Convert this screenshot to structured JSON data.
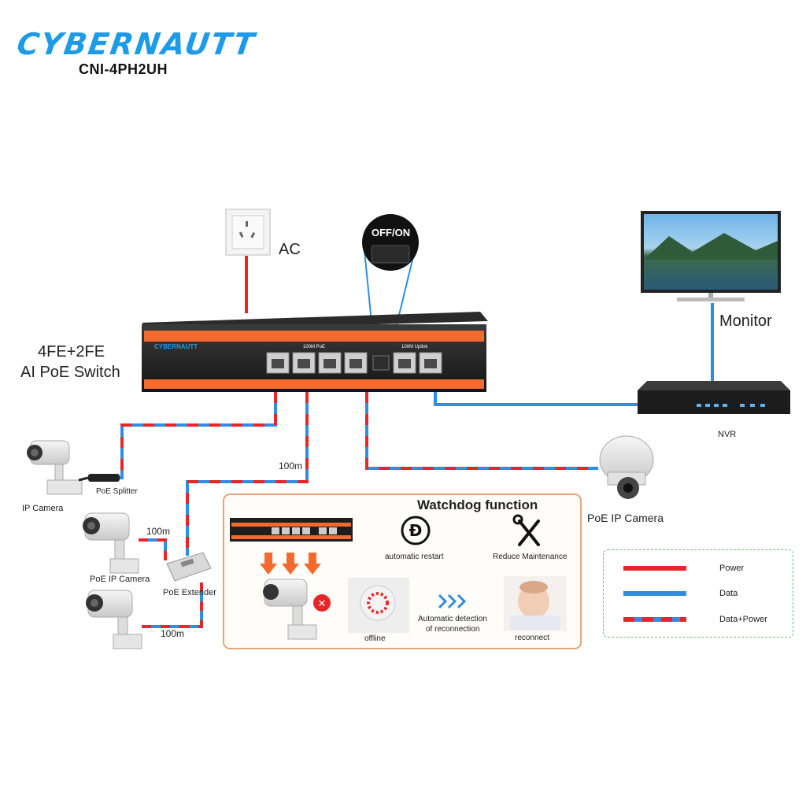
{
  "header": {
    "brand": "CYBERNAUTT",
    "model": "CNI-4PH2UH"
  },
  "switch": {
    "title_line1": "4FE+2FE",
    "title_line2": "AI PoE Switch",
    "brand_on_device": "CYBERNAUTT",
    "poe_group_label": "100M PoE",
    "uplink_group_label": "100M Uplink"
  },
  "power": {
    "ac_label": "AC",
    "off_on_label": "OFF/ON"
  },
  "monitor": {
    "label": "Monitor"
  },
  "nvr": {
    "label": "NVR"
  },
  "cameras": {
    "ip_camera": "IP Camera",
    "poe_splitter": "PoE Splitter",
    "poe_ip_camera_left": "PoE IP Camera",
    "poe_extender": "PoE Extender",
    "poe_ip_camera_right": "PoE IP Camera",
    "distance_top": "100m",
    "distance_mid": "100m",
    "distance_bottom": "100m"
  },
  "watchdog": {
    "title": "Watchdog function",
    "auto_restart": "automatic restart",
    "reduce_maintenance": "Reduce Maintenance",
    "auto_detect_line1": "Automatic detection",
    "auto_detect_line2": "of reconnection",
    "offline": "offline",
    "reconnect": "reconnect"
  },
  "legend": {
    "items": [
      {
        "label": "Power",
        "style": "power"
      },
      {
        "label": "Data",
        "style": "data"
      },
      {
        "label": "Data+Power",
        "style": "data-power"
      }
    ]
  },
  "colors": {
    "power": "#e8262a",
    "data": "#2f8ee0",
    "accent": "#f26a2e",
    "brand": "#1e9be8"
  }
}
